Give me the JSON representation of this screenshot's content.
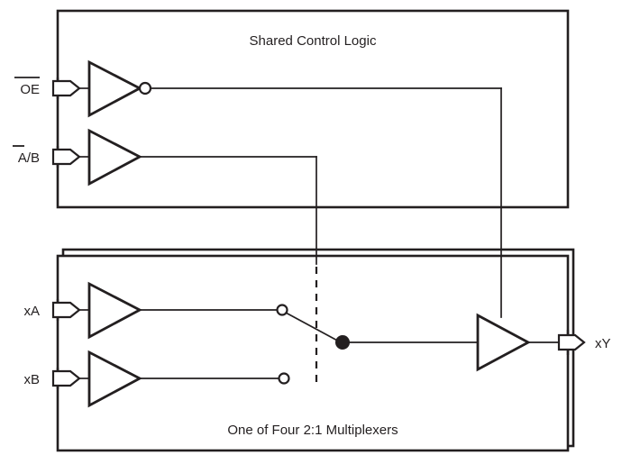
{
  "diagram": {
    "title_top": "Shared Control Logic",
    "title_bottom": "One of Four 2:1 Multiplexers",
    "stroke_color": "#231f20",
    "fill_color": "#ffffff",
    "background": "#ffffff",
    "type": "logic-block-diagram"
  },
  "inputs": [
    {
      "id": "oe",
      "label": "OE",
      "overline": true,
      "overline_span": "full"
    },
    {
      "id": "ab",
      "label": "A/B",
      "overline": true,
      "overline_span": "A"
    },
    {
      "id": "xa",
      "label": "xA",
      "overline": false
    },
    {
      "id": "xb",
      "label": "xB",
      "overline": false
    }
  ],
  "outputs": [
    {
      "id": "xy",
      "label": "xY",
      "overline": false
    }
  ],
  "gates": [
    {
      "id": "oe-inverter",
      "type": "inverter",
      "has_bubble": true,
      "input": "OE",
      "output": "output-enable-control"
    },
    {
      "id": "ab-buffer",
      "type": "buffer",
      "has_bubble": false,
      "input": "A/B",
      "output": "select-control"
    },
    {
      "id": "xa-buffer",
      "type": "buffer",
      "has_bubble": false,
      "input": "xA",
      "output": "switch-terminal-a"
    },
    {
      "id": "xb-buffer",
      "type": "buffer",
      "has_bubble": false,
      "input": "xB",
      "output": "switch-terminal-b"
    },
    {
      "id": "output-buffer",
      "type": "tristate-buffer",
      "has_bubble": false,
      "input": "switch-common",
      "output": "xY"
    }
  ],
  "switch": {
    "id": "mux-switch",
    "terminal_a": {
      "state": "open-circle",
      "selected": true
    },
    "terminal_b": {
      "state": "open-circle",
      "selected": false
    },
    "common": {
      "state": "filled-circle"
    },
    "control_line": "dashed-vertical",
    "description": "2:1 select switch currently connecting input A"
  },
  "nets": [
    {
      "id": "oe-control-net",
      "from": "oe-inverter",
      "to": "output-buffer-enable",
      "style": "solid"
    },
    {
      "id": "ab-select-net",
      "from": "ab-buffer",
      "to": "mux-switch",
      "style": "solid-to-dashed"
    },
    {
      "id": "xa-net",
      "from": "xa-buffer",
      "to": "switch-terminal-a",
      "style": "solid"
    },
    {
      "id": "xb-net",
      "from": "xb-buffer",
      "to": "switch-terminal-b",
      "style": "solid"
    },
    {
      "id": "common-net",
      "from": "switch-common",
      "to": "output-buffer",
      "style": "solid"
    }
  ]
}
